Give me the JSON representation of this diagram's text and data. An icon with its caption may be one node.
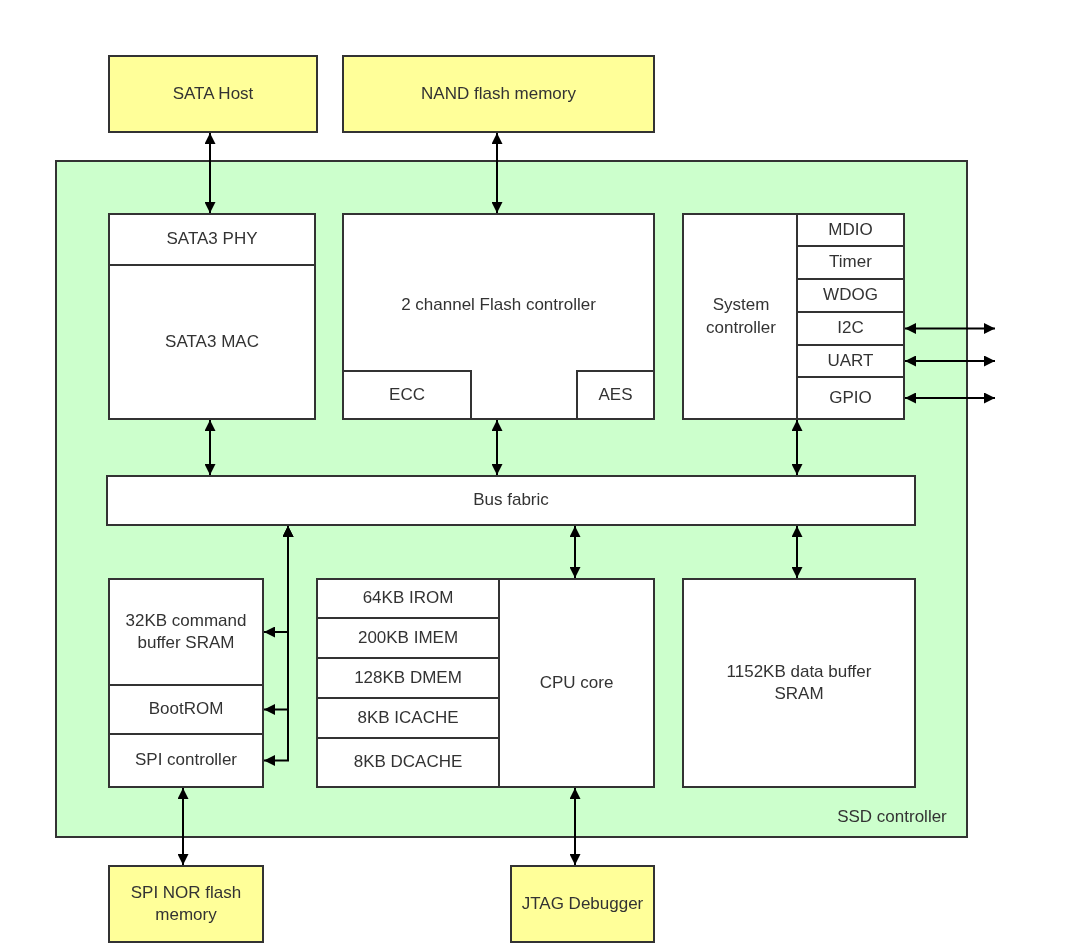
{
  "diagram": {
    "nodes": [
      {
        "text": [
          "SATA Host"
        ]
      },
      {
        "text": [
          "NAND flash memory"
        ]
      },
      {
        "text": [
          "SSD controller"
        ]
      },
      {
        "text": [
          "SATA3 PHY"
        ],
        "in": 2
      },
      {
        "text": [
          "SATA3 MAC"
        ],
        "in": 2
      },
      {
        "text": [
          "2 channel Flash controller"
        ],
        "in": 2
      },
      {
        "text": [
          "ECC"
        ],
        "in": 5
      },
      {
        "text": [
          "AES"
        ],
        "in": 5
      },
      {
        "text": [
          "System controller"
        ],
        "in": 2
      },
      {
        "text": [
          "MDIO"
        ],
        "in": 8
      },
      {
        "text": [
          "Timer"
        ],
        "in": 8
      },
      {
        "text": [
          "WDOG"
        ],
        "in": 8
      },
      {
        "text": [
          "I2C"
        ],
        "in": 8
      },
      {
        "text": [
          "UART"
        ],
        "in": 8
      },
      {
        "text": [
          "GPIO"
        ],
        "in": 8
      },
      {
        "text": [
          "Bus fabric"
        ],
        "in": 2
      },
      {
        "text": [
          "32KB command buffer SRAM"
        ],
        "in": 2
      },
      {
        "text": [
          "BootROM"
        ],
        "in": 2
      },
      {
        "text": [
          "SPI controller"
        ],
        "in": 2
      },
      {
        "text": [
          "CPU core"
        ],
        "in": 2
      },
      {
        "text": [
          "64KB IROM"
        ],
        "in": 19
      },
      {
        "text": [
          "200KB IMEM"
        ],
        "in": 19
      },
      {
        "text": [
          "128KB DMEM"
        ],
        "in": 19
      },
      {
        "text": [
          "8KB ICACHE"
        ],
        "in": 19
      },
      {
        "text": [
          "8KB DCACHE"
        ],
        "in": 19
      },
      {
        "text": [
          "1152KB data buffer SRAM"
        ],
        "in": 2
      },
      {
        "text": [
          "SPI NOR flash memory"
        ]
      },
      {
        "text": [
          "JTAG Debugger"
        ]
      }
    ],
    "edges": [
      {
        "from": 0,
        "to": 3,
        "arrow": "both"
      },
      {
        "from": 1,
        "to": 5,
        "arrow": "both"
      },
      {
        "from": 4,
        "to": 15,
        "arrow": "both"
      },
      {
        "from": 5,
        "to": 15,
        "arrow": "both"
      },
      {
        "from": 8,
        "to": 15,
        "arrow": "both"
      },
      {
        "from": 12,
        "to": null,
        "arrow": "both"
      },
      {
        "from": 13,
        "to": null,
        "arrow": "both"
      },
      {
        "from": 14,
        "to": null,
        "arrow": "both"
      },
      {
        "from": 15,
        "to": 19,
        "arrow": "both"
      },
      {
        "from": 15,
        "to": 25,
        "arrow": "both"
      },
      {
        "from": 15,
        "to": 16,
        "arrow": "both"
      },
      {
        "from": 15,
        "to": 17,
        "arrow": "both"
      },
      {
        "from": 15,
        "to": 18,
        "arrow": "both"
      },
      {
        "from": 18,
        "to": 26,
        "arrow": "both"
      },
      {
        "from": 19,
        "to": 27,
        "arrow": "both"
      }
    ]
  }
}
